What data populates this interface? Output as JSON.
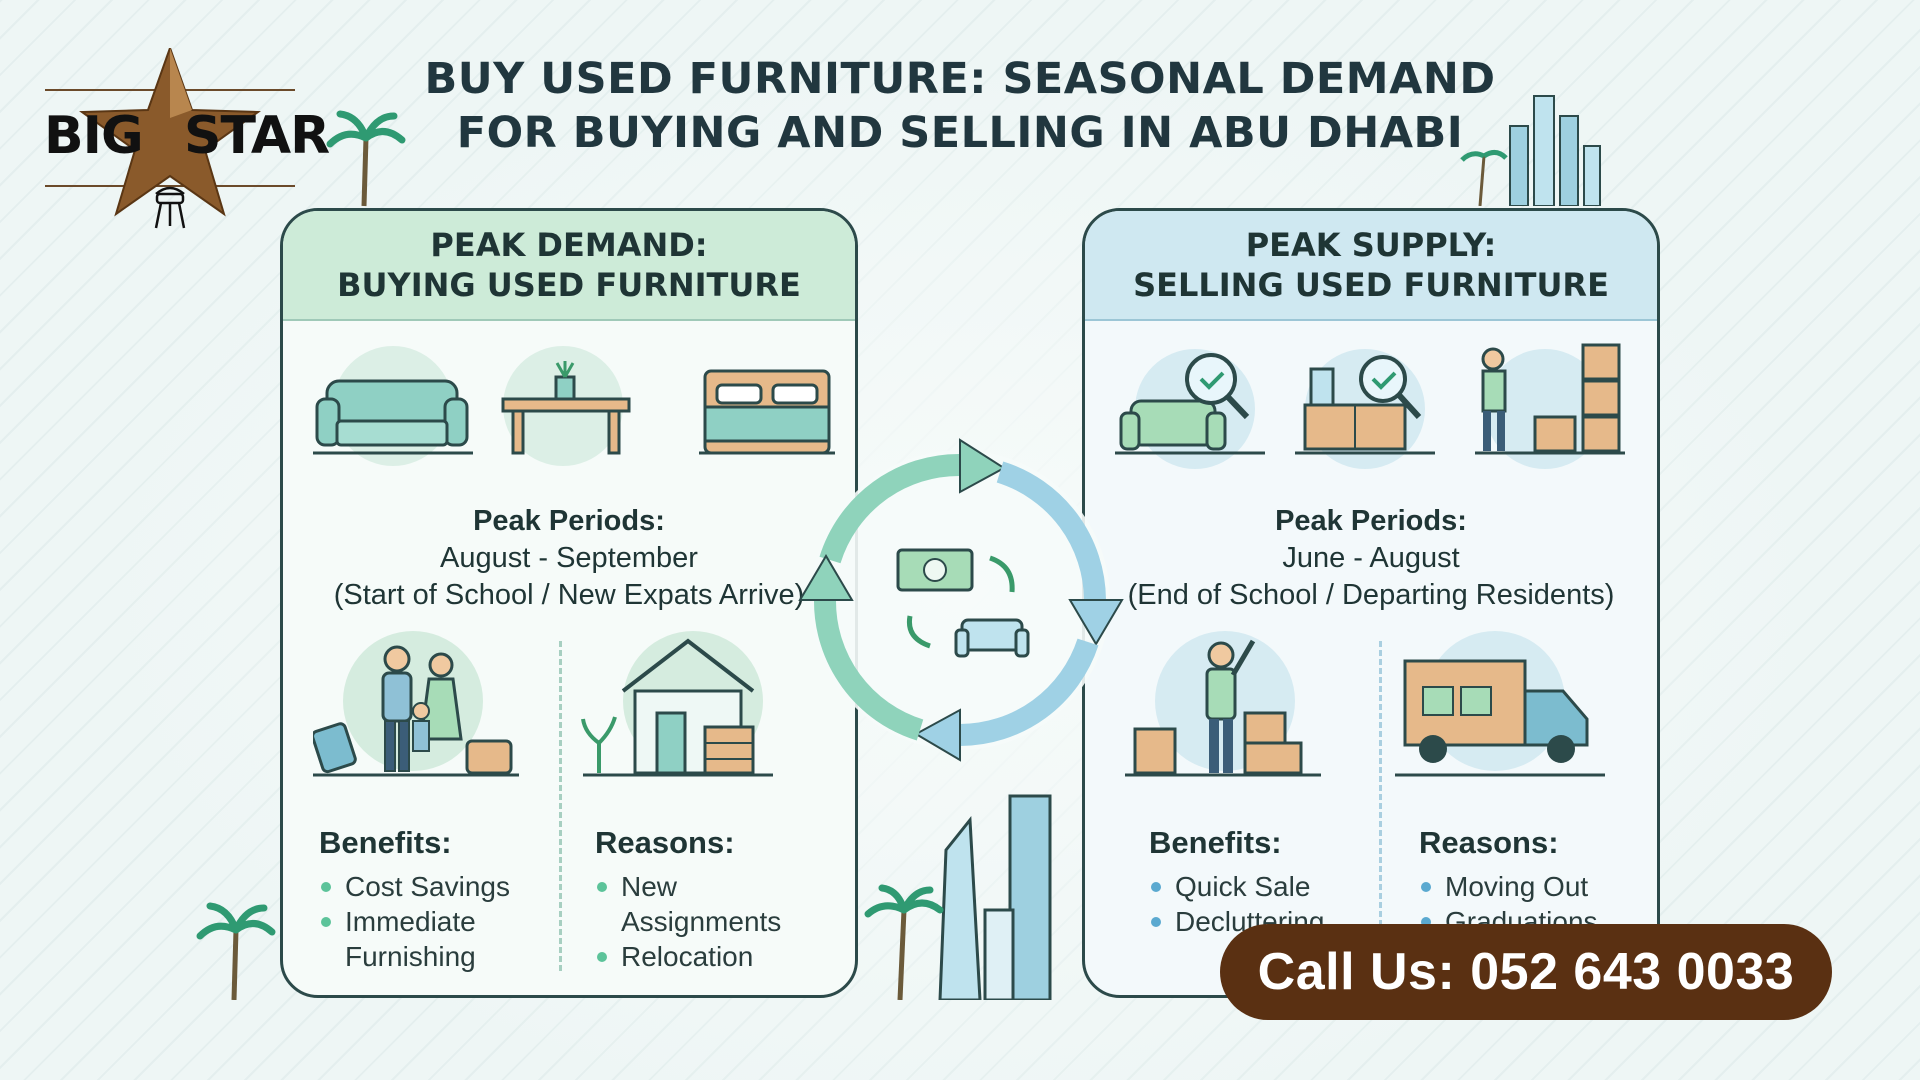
{
  "logo": {
    "text_left": "BIG",
    "text_right": "STAR"
  },
  "title": {
    "line1": "BUY USED FURNITURE: SEASONAL DEMAND",
    "line2": "FOR BUYING AND SELLING IN ABU DHABI"
  },
  "left_panel": {
    "heading_line1": "PEAK DEMAND:",
    "heading_line2": "BUYING USED FURNITURE",
    "icons": [
      "sofa-icon",
      "table-icon",
      "bed-icon",
      "family-luggage-icon",
      "house-icon"
    ],
    "period_label": "Peak Periods:",
    "period_range": "August - September",
    "period_note": "(Start of School / New Expats Arrive)",
    "benefits_title": "Benefits:",
    "benefits": [
      "Cost Savings",
      "Immediate Furnishing"
    ],
    "reasons_title": "Reasons:",
    "reasons": [
      "New Assignments",
      "Relocation"
    ]
  },
  "right_panel": {
    "heading_line1": "PEAK SUPPLY:",
    "heading_line2": "SELLING USED FURNITURE",
    "icons": [
      "armchair-inspect-icon",
      "desk-inspect-icon",
      "mover-boxes-icon",
      "person-boxes-icon",
      "moving-truck-icon"
    ],
    "period_label": "Peak Periods:",
    "period_range": "June - August",
    "period_note": "(End of School / Departing Residents)",
    "benefits_title": "Benefits:",
    "benefits": [
      "Quick Sale",
      "Decluttering"
    ],
    "reasons_title": "Reasons:",
    "reasons": [
      "Moving Out",
      "Graduations"
    ]
  },
  "cycle": {
    "icons": [
      "money-icon",
      "swap-arrows-icon",
      "sofa-small-icon"
    ]
  },
  "call_button": {
    "label": "Call Us: 052 643 0033"
  },
  "colors": {
    "green_accent": "#5cc39a",
    "blue_accent": "#5aa9d0",
    "call_bg": "#5a3012",
    "title": "#21373f"
  }
}
